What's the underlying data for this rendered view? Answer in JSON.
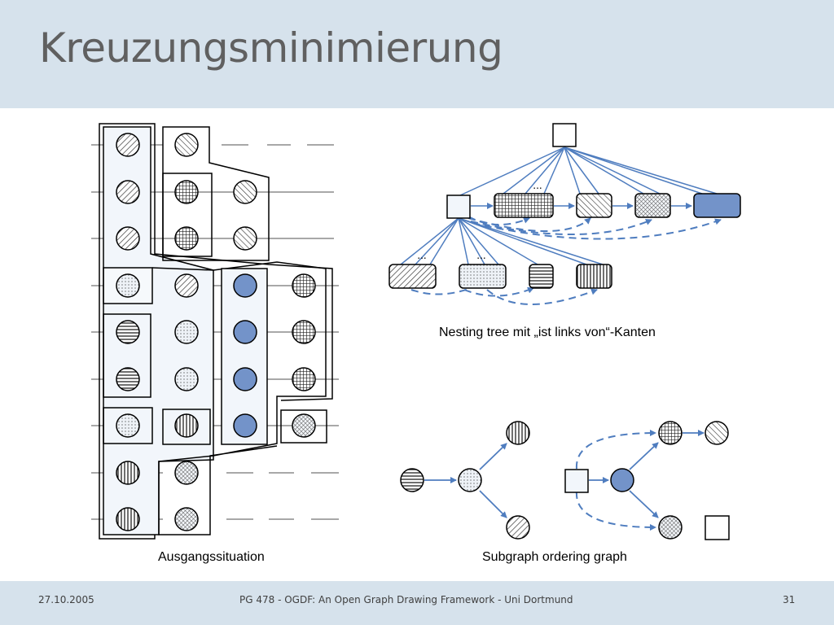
{
  "slide": {
    "title": "Kreuzungsminimierung",
    "captions": {
      "left": "Ausgangssituation",
      "nesting": "Nesting tree mit „ist links von“-Kanten",
      "ordering": "Subgraph ordering graph"
    },
    "ellipsis": "..."
  },
  "footer": {
    "date": "27.10.2005",
    "center": "PG 478 - OGDF: An Open Graph Drawing Framework - Uni Dortmund",
    "page": "31"
  },
  "colors": {
    "header_bg": "#d6e2ec",
    "edge_blue": "#4f7dbf",
    "node_fill_blue": "#7393c9"
  }
}
